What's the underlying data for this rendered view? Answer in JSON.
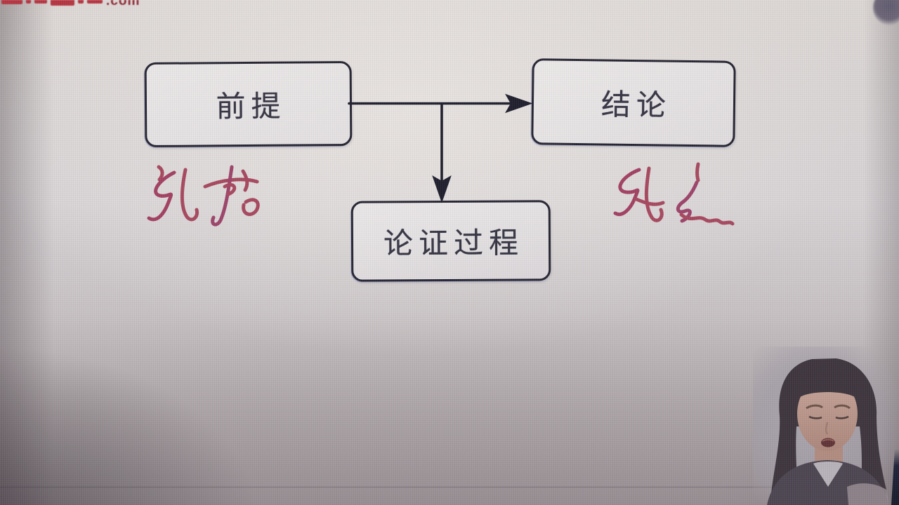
{
  "watermark": {
    "suffix_text": ".com",
    "brand_color": "#b5323e"
  },
  "palette": {
    "paper": "#d7d3d5",
    "ink": "#23222f",
    "annotation_red": "#a23a52"
  },
  "diagram": {
    "nodes": [
      {
        "id": "premise",
        "label": "前提"
      },
      {
        "id": "conclusion",
        "label": "结论"
      },
      {
        "id": "process",
        "label": "论证过程"
      }
    ],
    "edges": [
      {
        "from": "premise",
        "to": "conclusion",
        "type": "arrow-right"
      },
      {
        "from": "premise-conclusion-line",
        "to": "process",
        "type": "arrow-down"
      }
    ],
    "annotations": [
      {
        "text": "论据",
        "near": "premise",
        "style": "handwritten-red"
      },
      {
        "text": "论点",
        "near": "conclusion",
        "style": "handwritten-red"
      }
    ]
  },
  "icons": {
    "screen_smudge": "dark-circle-top-right",
    "webcam_overlay": "instructor-portrait-bottom-right"
  }
}
